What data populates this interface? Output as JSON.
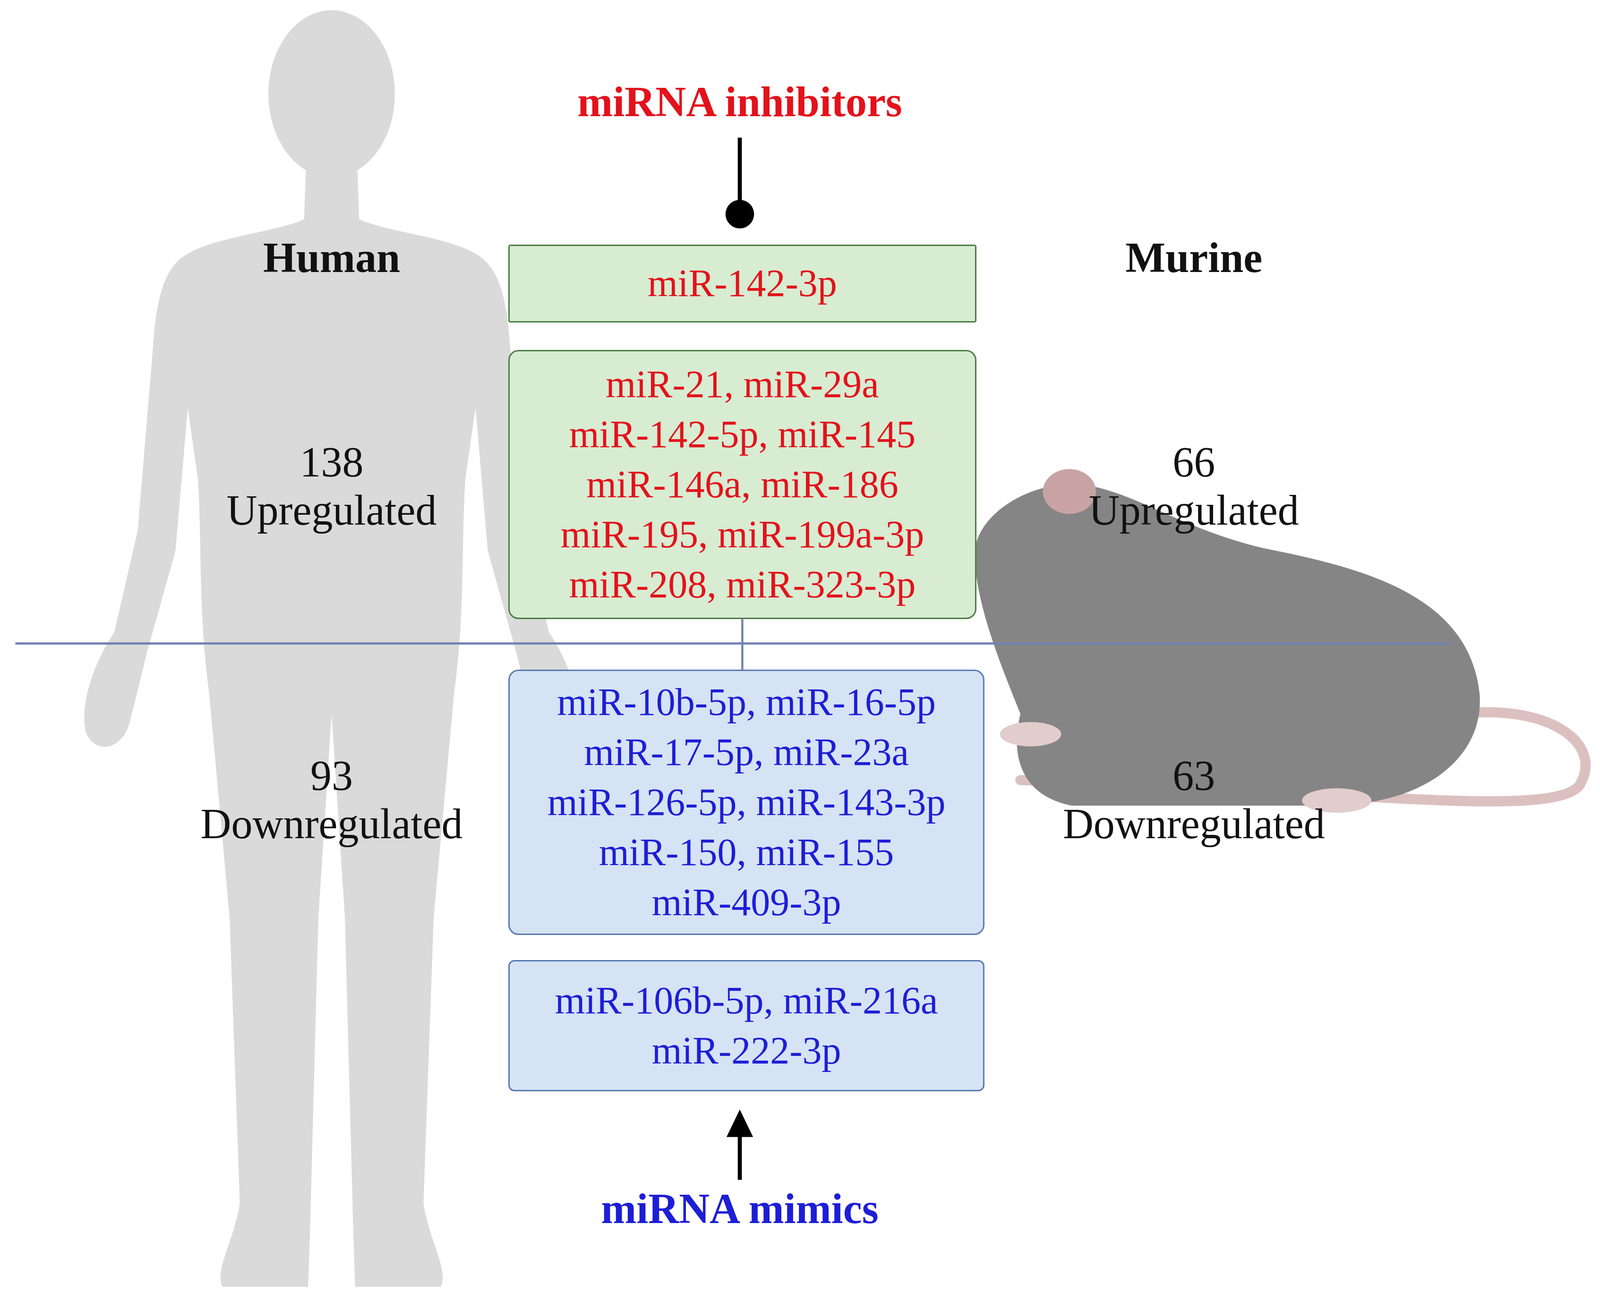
{
  "diagram": {
    "nodes": [
      {
        "text": [
          "miR-142-3p"
        ]
      },
      {
        "text": [
          "miR-21, miR-29a miR-142-5p, miR-145 miR-146a, miR-186 miR-195, miR-199a-3p miR-208, miR-323-3p"
        ]
      },
      {
        "text": [
          "miR-10b-5p, miR-16-5p miR-17-5p, miR-23a miR-126-5p, miR-143-3p miR-150, miR-155 miR-409-3p"
        ]
      },
      {
        "text": [
          "miR-106b-5p, miR-216a miR-222-3p"
        ]
      }
    ],
    "edges": [
      {
        "from": 1,
        "to": 2,
        "arrow": "none"
      }
    ],
    "labels": [
      "miRNA inhibitors",
      "Human",
      "Murine",
      "138 Upregulated",
      "66 Upregulated",
      "93 Downregulated",
      "63 Downregulated",
      "miRNA mimics"
    ]
  }
}
